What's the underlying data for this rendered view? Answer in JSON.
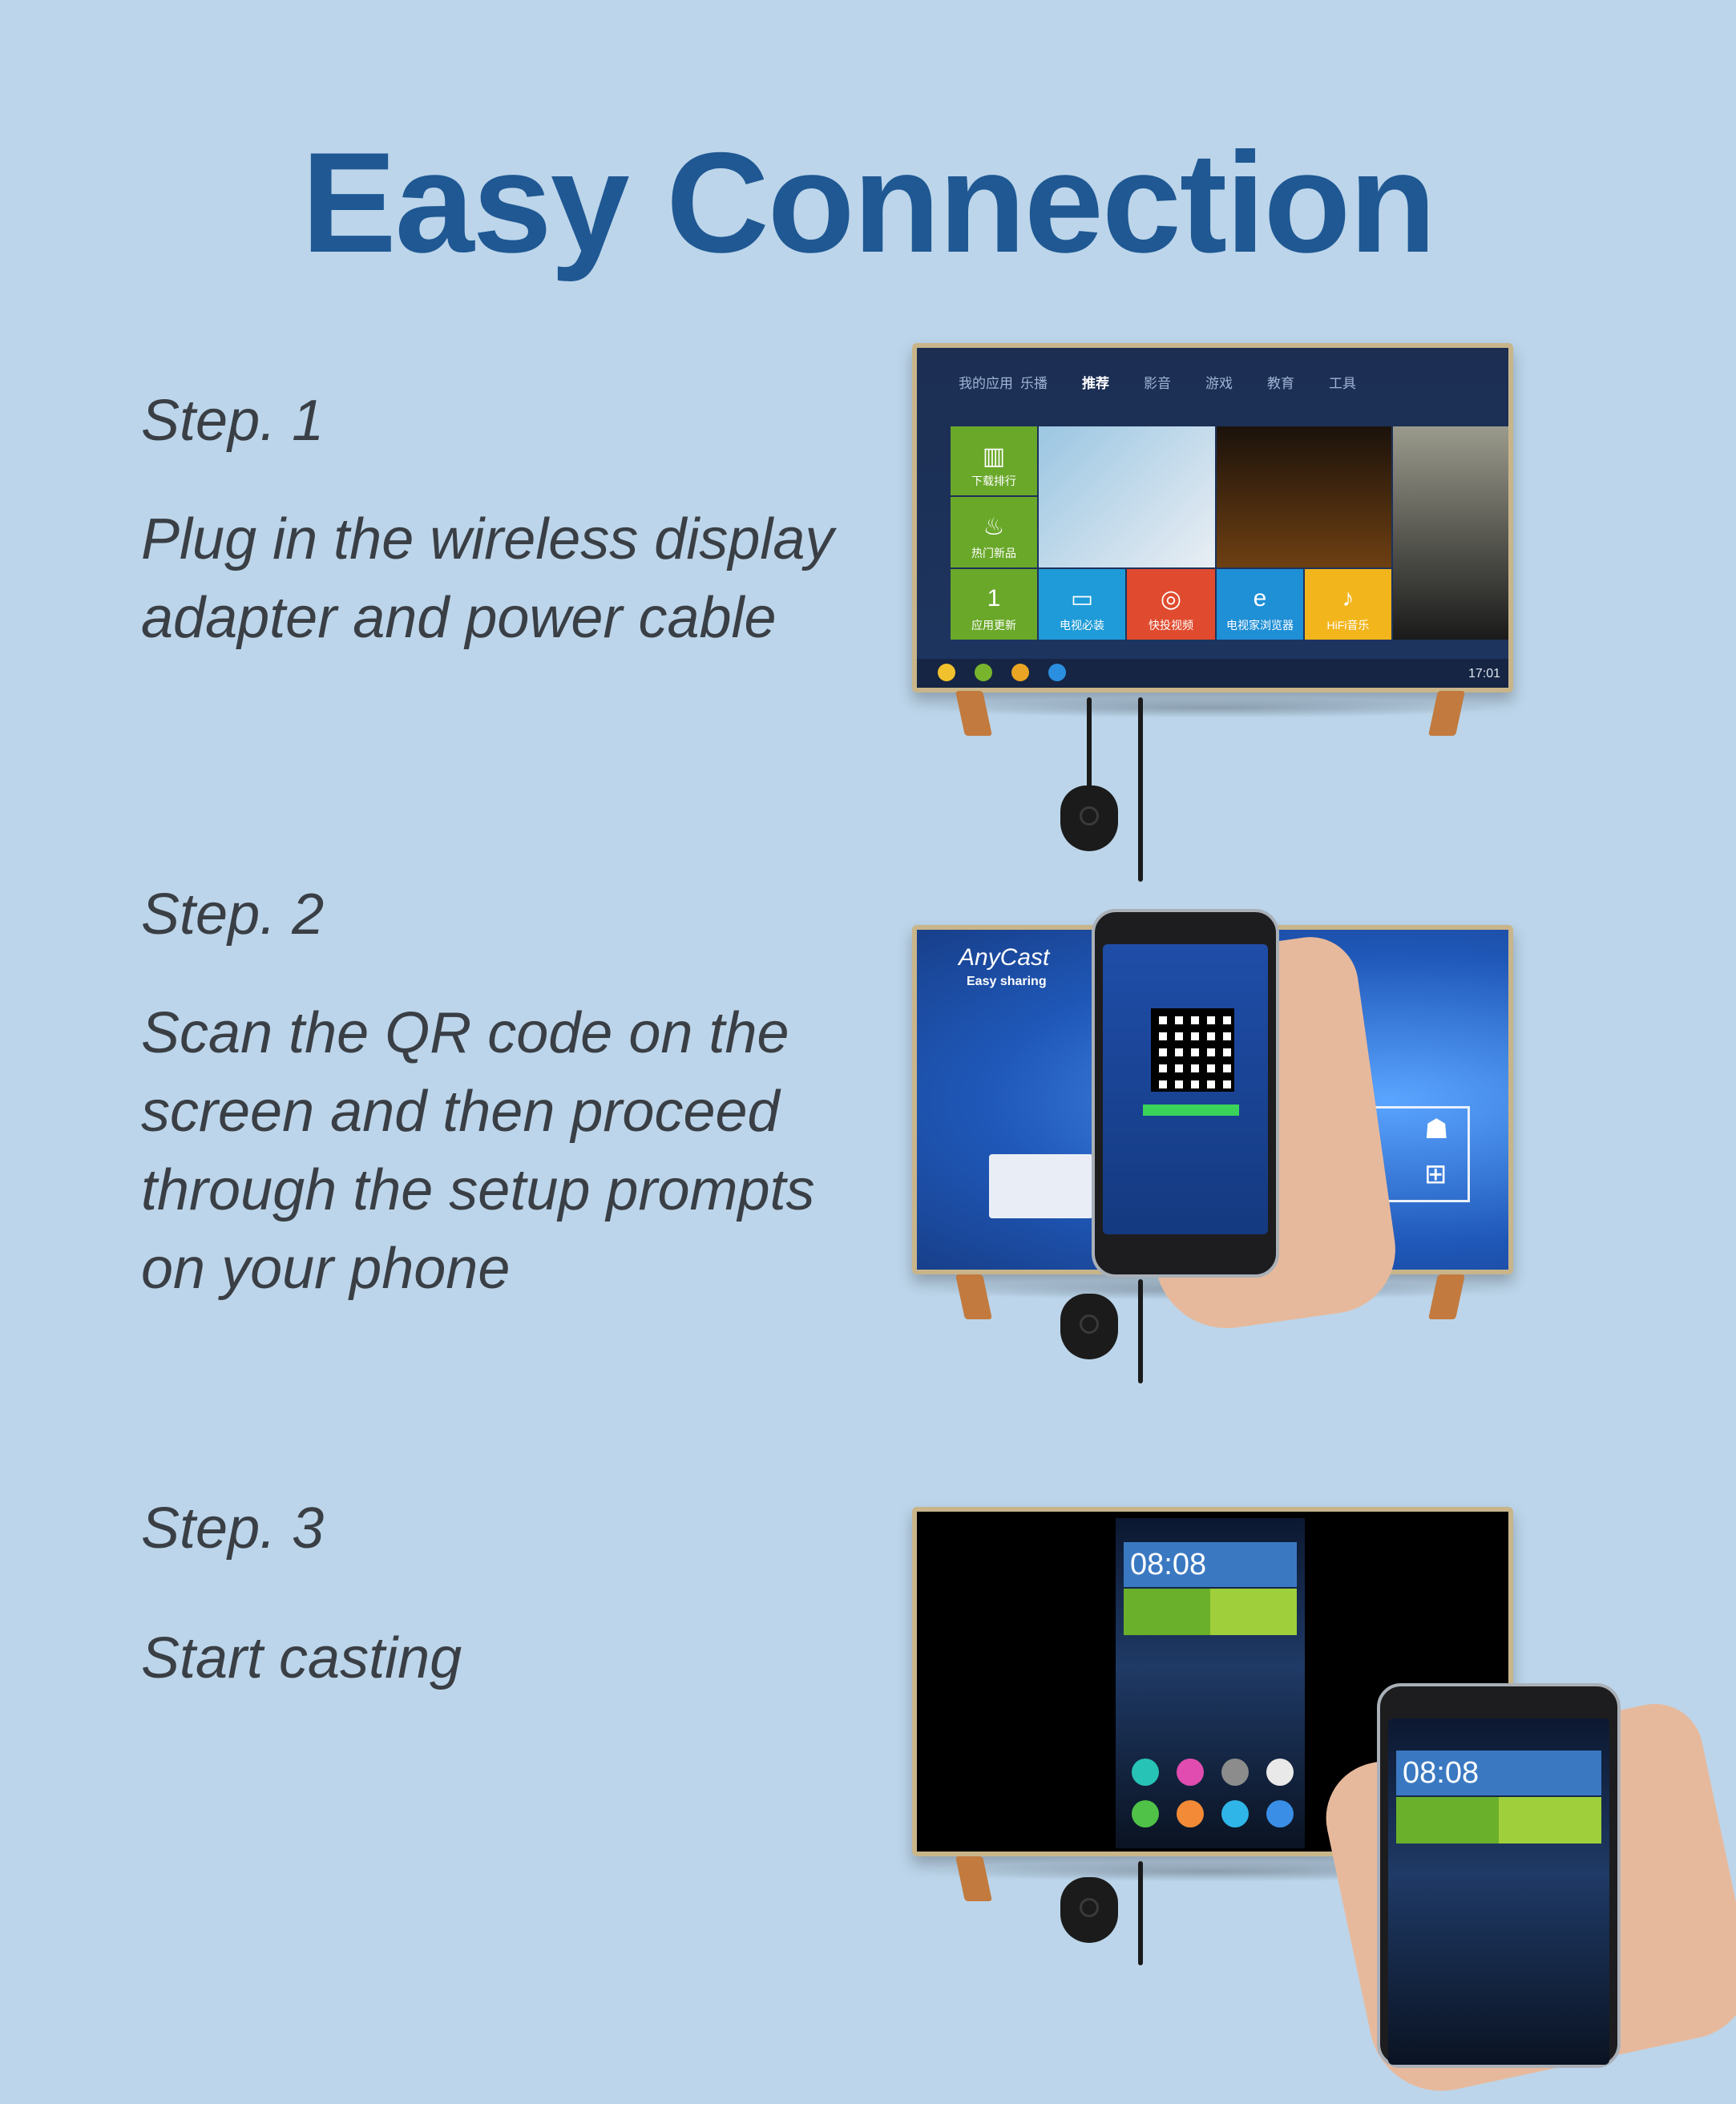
{
  "title": "Easy Connection",
  "steps": [
    {
      "label": "Step. 1",
      "desc_lines": [
        "Plug in the wireless display",
        "adapter and power cable"
      ]
    },
    {
      "label": "Step. 2",
      "desc_lines": [
        "Scan the QR code on the",
        "screen and then proceed",
        "through the setup prompts",
        "on your phone"
      ]
    },
    {
      "label": "Step. 3",
      "desc_lines": [
        "Start casting"
      ]
    }
  ],
  "tv1": {
    "tabs": [
      "我的应用",
      "乐播",
      "推荐",
      "影音",
      "游戏",
      "教育",
      "工具"
    ],
    "active_tab": "推荐",
    "tiles": [
      "下载排行",
      "热门新品",
      "应用更新",
      "电视必装",
      "快投视频",
      "电视家浏览器",
      "HiFi音乐"
    ],
    "clock": "17:01"
  },
  "tv2": {
    "brand": "AnyCast",
    "tagline": "Easy sharing"
  },
  "tv3": {
    "clock": "08:08"
  },
  "colors": {
    "background": "#bcd5ea",
    "title": "#1f5893",
    "text": "#3a3f45",
    "stand": "#c27a3e",
    "frame": "#c9b58a"
  }
}
